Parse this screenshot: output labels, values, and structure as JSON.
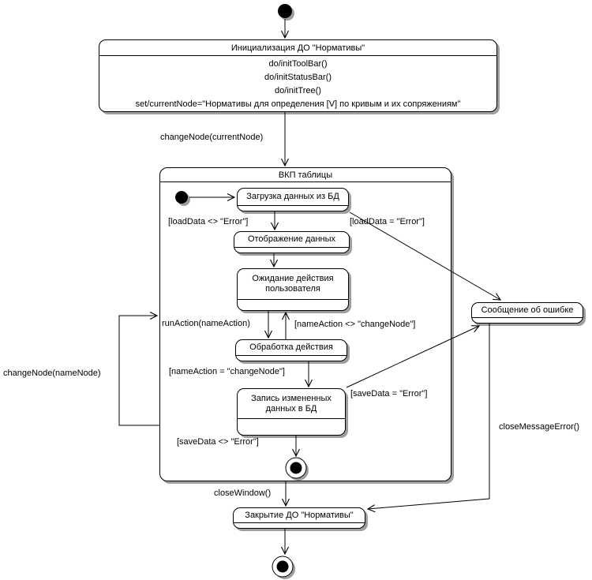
{
  "diagram": {
    "background": "#ffffff",
    "stroke": "#000000",
    "shadow": "#9e9e9e"
  },
  "states": {
    "init": {
      "name": "Инициализация ДО \"Нормативы\"",
      "actions": [
        "do/initToolBar()",
        "do/initStatusBar()",
        "do/initTree()",
        "set/currentNode=\"Нормативы для определения [V] по кривым и их сопряжениям\""
      ]
    },
    "vkp": {
      "name": "ВКП таблицы"
    },
    "load": {
      "name": "Загрузка данных из БД"
    },
    "display": {
      "name": "Отображение данных"
    },
    "wait": {
      "name": "Ожидание действия пользователя"
    },
    "action": {
      "name": "Обработка действия"
    },
    "save": {
      "name": "Запись измененных данных в БД"
    },
    "error": {
      "name": "Сообщение об ошибке"
    },
    "close": {
      "name": "Закрытие ДО \"Нормативы\""
    }
  },
  "transitions": {
    "changeNodeCurrent": "changeNode(currentNode)",
    "loadOk": "[loadData <> \"Error\"]",
    "loadError": "[loadData = \"Error\"]",
    "runAction": "runAction(nameAction)",
    "actionNotChange": "[nameAction <> \"changeNode\"]",
    "actionChange": "[nameAction = \"changeNode\"]",
    "saveError": "[saveData = \"Error\"]",
    "saveOk": "[saveData <> \"Error\"]",
    "changeNodeName": "changeNode(nameNode)",
    "closeWindow": "closeWindow()",
    "closeMessageError": "closeMessageError()"
  }
}
